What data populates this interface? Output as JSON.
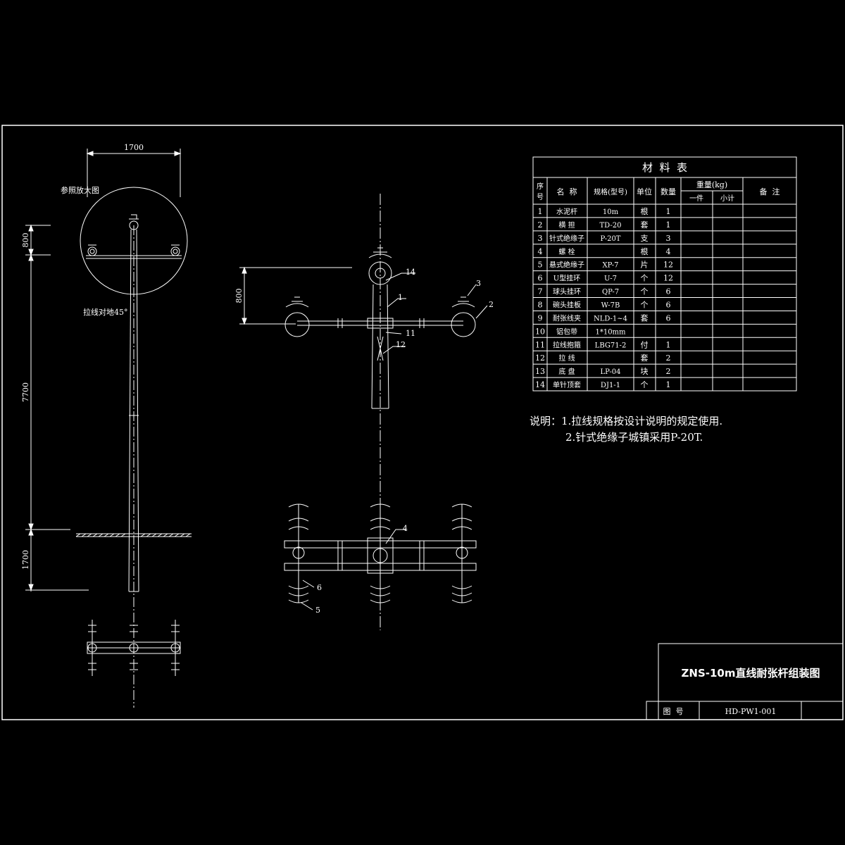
{
  "dimensions": {
    "top_width": "1700",
    "upper": "800",
    "middle": "7700",
    "lower": "1700",
    "crossarm_offset": "800"
  },
  "annotations": {
    "detail_ref": "参照放大图",
    "guy_angle": "拉线对地45°"
  },
  "callouts": [
    "14",
    "1",
    "3",
    "2",
    "11",
    "12",
    "4",
    "6",
    "5"
  ],
  "material_table": {
    "title": "材  料  表",
    "headers": {
      "no": "序号",
      "name": "名  称",
      "spec": "规格(型号)",
      "unit": "单位",
      "qty": "数量",
      "weight": "重量(kg)",
      "weight_each": "一件",
      "weight_total": "小计",
      "remark": "备  注"
    },
    "rows": [
      {
        "no": "1",
        "name": "水泥杆",
        "spec": "10m",
        "unit": "根",
        "qty": "1"
      },
      {
        "no": "2",
        "name": "横  担",
        "spec": "TD-20",
        "unit": "套",
        "qty": "1"
      },
      {
        "no": "3",
        "name": "针式绝缘子",
        "spec": "P-20T",
        "unit": "支",
        "qty": "3"
      },
      {
        "no": "4",
        "name": "螺  栓",
        "spec": "",
        "unit": "根",
        "qty": "4"
      },
      {
        "no": "5",
        "name": "悬式绝缘子",
        "spec": "XP-7",
        "unit": "片",
        "qty": "12"
      },
      {
        "no": "6",
        "name": "U型挂环",
        "spec": "U-7",
        "unit": "个",
        "qty": "12"
      },
      {
        "no": "7",
        "name": "球头挂环",
        "spec": "QP-7",
        "unit": "个",
        "qty": "6"
      },
      {
        "no": "8",
        "name": "碗头挂板",
        "spec": "W-7B",
        "unit": "个",
        "qty": "6"
      },
      {
        "no": "9",
        "name": "耐张线夹",
        "spec": "NLD-1~4",
        "unit": "套",
        "qty": "6"
      },
      {
        "no": "10",
        "name": "铝包带",
        "spec": "1*10mm",
        "unit": "",
        "qty": ""
      },
      {
        "no": "11",
        "name": "拉线抱箍",
        "spec": "LBG71-2",
        "unit": "付",
        "qty": "1"
      },
      {
        "no": "12",
        "name": "拉  线",
        "spec": "",
        "unit": "套",
        "qty": "2"
      },
      {
        "no": "13",
        "name": "底  盘",
        "spec": "LP-04",
        "unit": "块",
        "qty": "2"
      },
      {
        "no": "14",
        "name": "单针顶套",
        "spec": "DJ1-1",
        "unit": "个",
        "qty": "1"
      }
    ]
  },
  "notes": {
    "line1": "说明：1.拉线规格按设计说明的规定使用.",
    "line2": "2.针式绝缘子城镇采用P-20T."
  },
  "title_block": {
    "title": "ZNS-10m直线耐张杆组装图",
    "drawing_no_label": "图  号",
    "drawing_no": "HD-PW1-001"
  }
}
